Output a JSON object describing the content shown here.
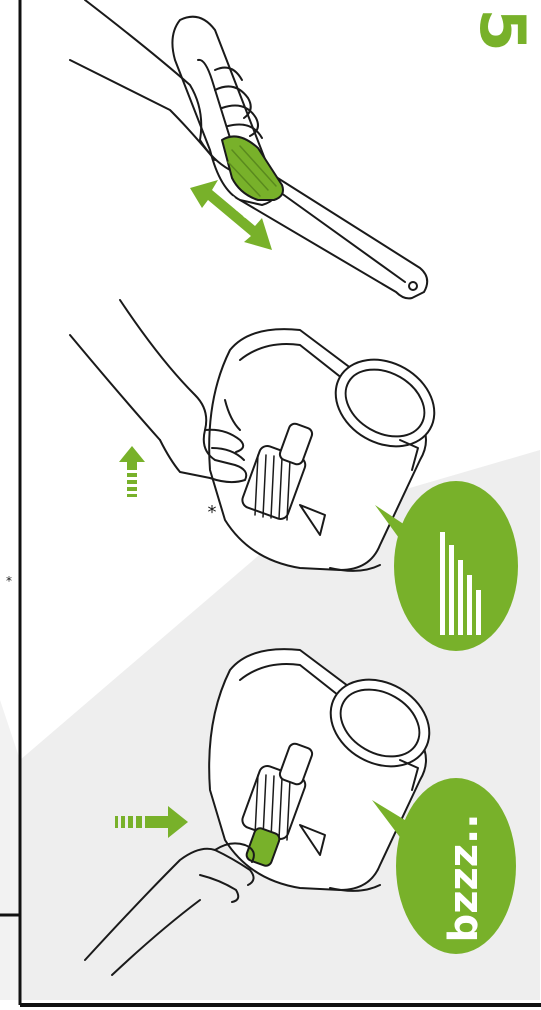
{
  "step_number": "5",
  "asterisk": "*",
  "left_mark": "*",
  "speech_bubble_bottom": "bzzz..",
  "colors": {
    "accent_green": "#78b12a",
    "ink": "#1a1a1a",
    "panel_border": "#111111",
    "background_band": "#eeeeee"
  },
  "icons": {
    "step_badge": "step-number",
    "double_arrow": "double-arrow-icon",
    "up_arrow": "up-arrow-icon",
    "right_arrow": "right-arrow-icon",
    "signal_bars": "signal-bars-icon"
  }
}
